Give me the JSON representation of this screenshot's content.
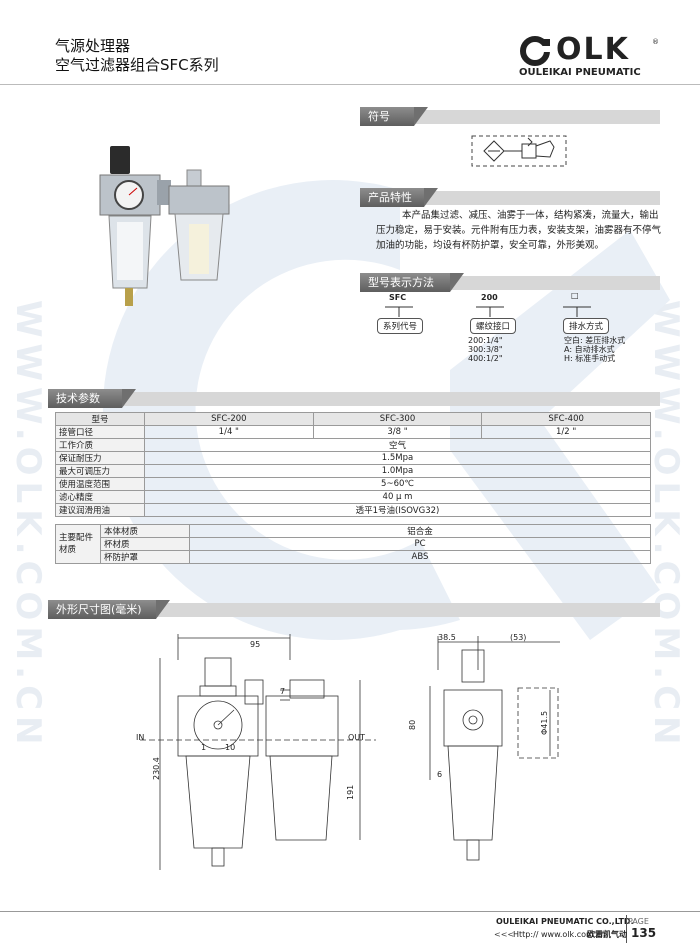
{
  "header": {
    "title_line1": "气源处理器",
    "title_line2": "空气过滤器组合SFC系列",
    "brand": "OLK",
    "brand_reg": "®",
    "brand_sub": "OULEIKAI PNEUMATIC"
  },
  "watermark": {
    "left": "WWW.OLK.COM.CN",
    "right": "WWW.OLK.COM.CN"
  },
  "sections": {
    "symbol": "符号",
    "features": "产品特性",
    "model": "型号表示方法",
    "tech": "技术参数",
    "dims": "外形尺寸图(毫米)"
  },
  "features_text": "本产品集过滤、减压、油雾于一体，结构紧凑，流量大，输出压力稳定，易于安装。元件附有压力表，安装支架，油雾器有不停气加油的功能，均设有杯防护罩，安全可靠，外形美观。",
  "model_code": {
    "code1": "SFC",
    "label1": "系列代号",
    "code2": "200",
    "label2": "螺纹接口",
    "opts2": [
      "200:1/4\"",
      "300:3/8\"",
      "400:1/2\""
    ],
    "code3": "□",
    "label3": "排水方式",
    "opts3": [
      "空白: 差压排水式",
      "A: 自动排水式",
      "H: 标准手动式"
    ]
  },
  "spec": {
    "header": [
      "型号",
      "SFC-200",
      "SFC-300",
      "SFC-400"
    ],
    "port": {
      "label": "接管口径",
      "v1": "1/4 \"",
      "v2": "3/8 \"",
      "v3": "1/2 \""
    },
    "rows": [
      {
        "label": "工作介质",
        "value": "空气"
      },
      {
        "label": "保证耐压力",
        "value": "1.5Mpa"
      },
      {
        "label": "最大可调压力",
        "value": "1.0Mpa"
      },
      {
        "label": "使用温度范围",
        "value": "5~60℃"
      },
      {
        "label": "滤心精度",
        "value": "40 μ m"
      },
      {
        "label": "建议润滑用油",
        "value": "透平1号油(ISOVG32)"
      }
    ],
    "material_group": "主要配件材质",
    "materials": [
      {
        "label": "本体材质",
        "value": "铝合金"
      },
      {
        "label": "杯材质",
        "value": "PC"
      },
      {
        "label": "杯防护罩",
        "value": "ABS"
      }
    ]
  },
  "dims": {
    "d95": "95",
    "d7": "7",
    "in": "IN",
    "out": "OUT",
    "d230": "230.4",
    "d191": "191",
    "g1": "1",
    "g10": "10",
    "d385": "38.5",
    "d53": "(53)",
    "d80": "80",
    "d415": "Φ41.5",
    "d6": "6"
  },
  "footer": {
    "company": "OULEIKAI PNEUMATIC CO.,LTD.",
    "page_label": "PAGE",
    "page_no": "135",
    "url": "Http:// www.olk.com.cn",
    "cn_name": "欧雷凯气动",
    "arrows": "<<<"
  }
}
